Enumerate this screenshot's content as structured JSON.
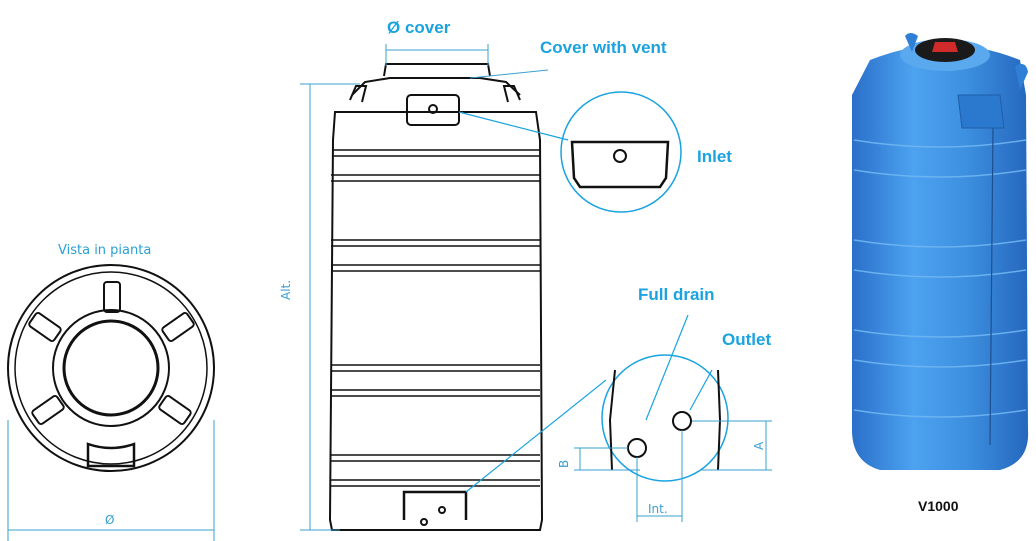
{
  "plan_view": {
    "title": "Vista in pianta",
    "diameter_label": "Ø"
  },
  "elevation": {
    "cover_diameter_label": "Ø cover",
    "cover_vent_label": "Cover with vent",
    "inlet_label": "Inlet",
    "height_label": "Alt.",
    "full_drain_label": "Full drain",
    "outlet_label": "Outlet",
    "dim_a_label": "A",
    "dim_b_label": "B",
    "dim_int_label": "Int."
  },
  "product": {
    "model_label": "V1000"
  },
  "colors": {
    "label_blue": "#1aa3e0",
    "dimension_blue": "#3aa0cf",
    "tank_blue": "#3d8fe0",
    "line": "#111111"
  }
}
